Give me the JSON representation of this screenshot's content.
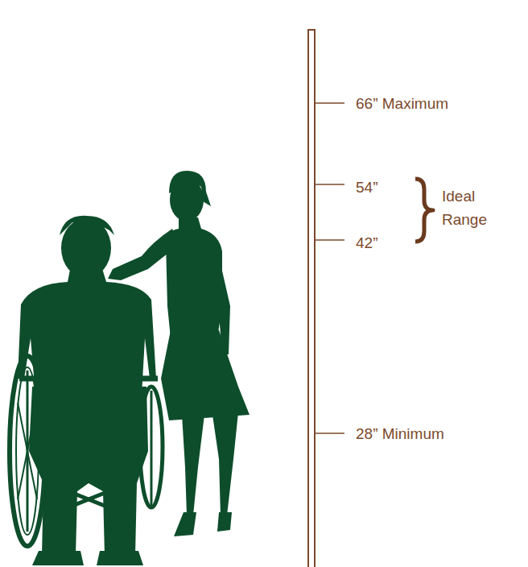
{
  "diagram": {
    "labels": [
      "66” Maximum",
      "54”",
      "Ideal Range",
      "42”",
      "28” Minimum"
    ]
  }
}
